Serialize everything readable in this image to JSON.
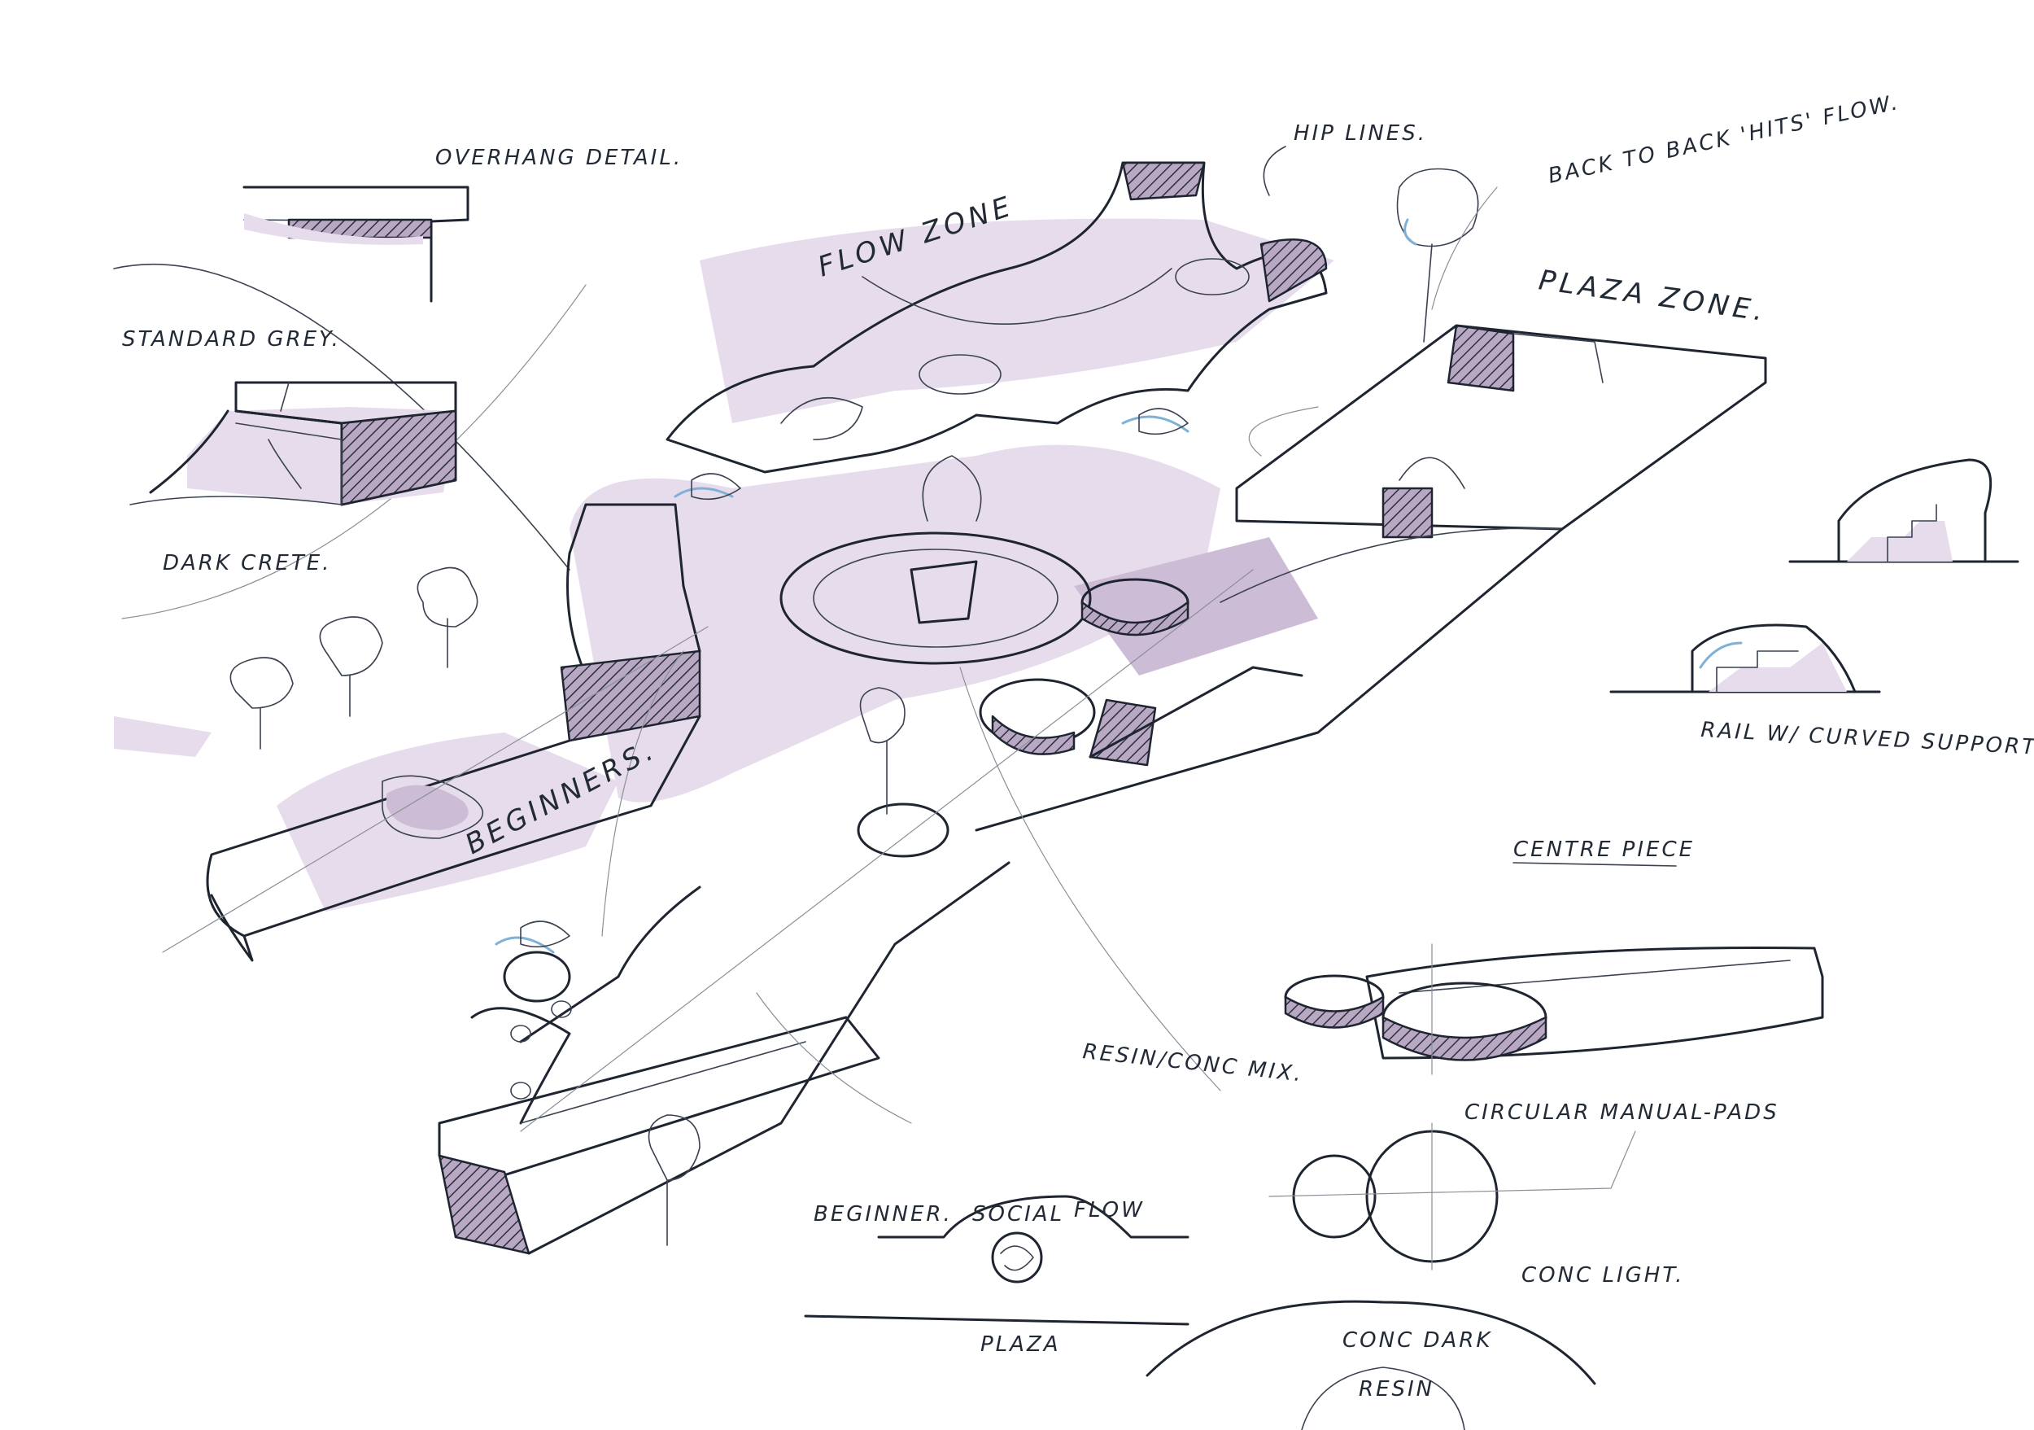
{
  "labels": {
    "overhang_detail": "OVERHANG DETAIL.",
    "standard_grey": "STANDARD GREY.",
    "dark_crete": "DARK CRETE.",
    "flow_zone": "FLOW ZONE",
    "hip_lines": "HIP LINES.",
    "back_to_back_hits": "BACK TO BACK 'HITS' FLOW.",
    "plaza_zone": "PLAZA ZONE.",
    "rail_curved_support": "RAIL W/ CURVED SUPPORT.",
    "beginners": "BEGINNERS.",
    "centre_piece": "CENTRE PIECE",
    "resin_conc_mix": "RESIN/CONC MIX.",
    "circular_manual_pads": "CIRCULAR MANUAL-PADS",
    "beginner": "BEGINNER.",
    "social": "SOCIAL",
    "flow": "FLOW",
    "plaza": "PLAZA",
    "conc_light": "CONC LIGHT.",
    "conc_dark": "CONC DARK",
    "resin": "RESIN"
  },
  "colors": {
    "ink": "#1f2530",
    "wash": "#e7dcec",
    "wash_dark": "#cdbcd6",
    "accent_blue": "#7fb0d6"
  }
}
